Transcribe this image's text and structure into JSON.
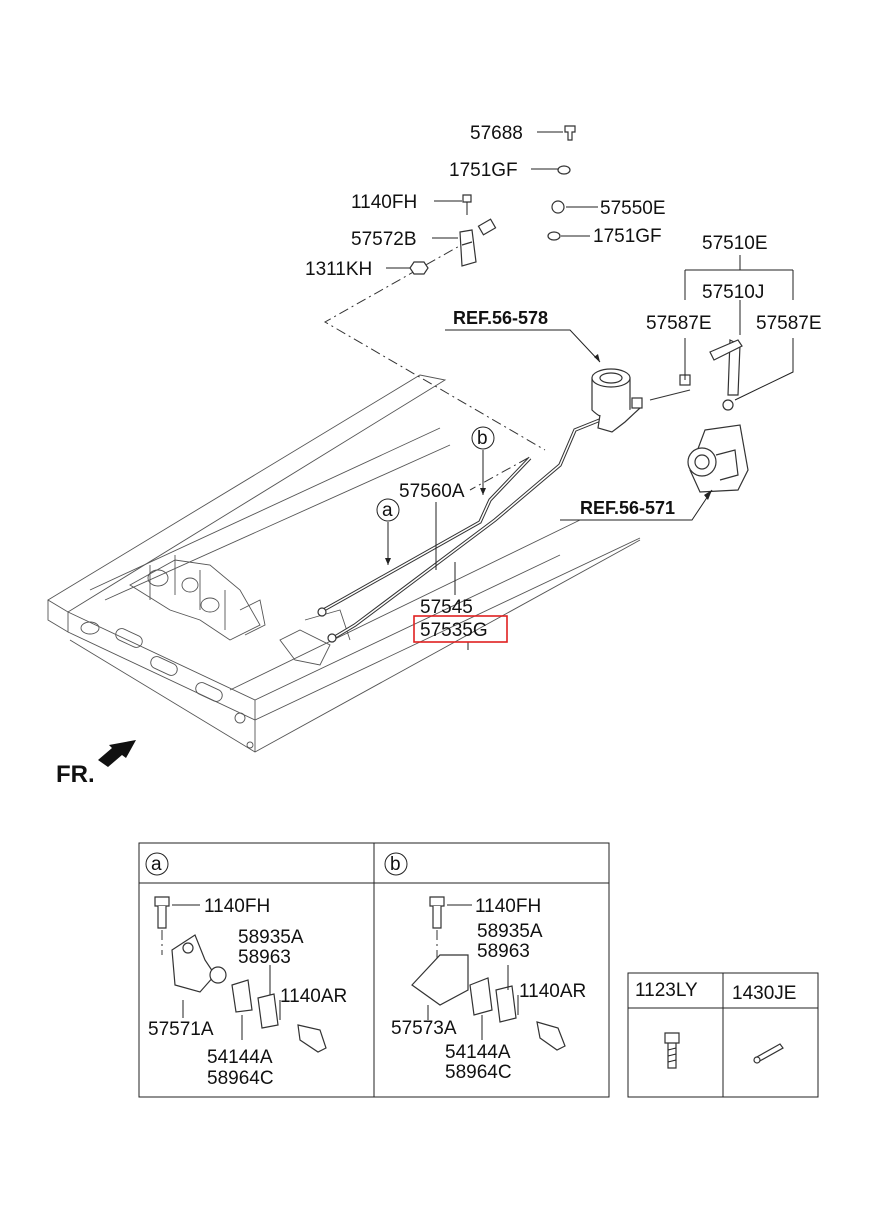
{
  "labels": {
    "p57688": "57688",
    "p1751gf_top": "1751GF",
    "p1140fh_top": "1140FH",
    "p57550e": "57550E",
    "p57572b": "57572B",
    "p1751gf_bottom": "1751GF",
    "p1311kh": "1311KH",
    "p57510e": "57510E",
    "p57510j": "57510J",
    "p57587e_left": "57587E",
    "p57587e_right": "57587E",
    "ref_56_578": "REF.56-578",
    "ref_56_571": "REF.56-571",
    "p57560a": "57560A",
    "p57545": "57545",
    "p57535g": "57535G",
    "callout_a": "a",
    "callout_b": "b",
    "front": "FR."
  },
  "detail_a": {
    "header": "a",
    "p1140fh": "1140FH",
    "p58935a": "58935A",
    "p58963": "58963",
    "p1140ar": "1140AR",
    "p57571a": "57571A",
    "p54144a": "54144A",
    "p58964c": "58964C"
  },
  "detail_b": {
    "header": "b",
    "p1140fh": "1140FH",
    "p58935a": "58935A",
    "p58963": "58963",
    "p1140ar": "1140AR",
    "p57573a": "57573A",
    "p54144a": "54144A",
    "p58964c": "58964C"
  },
  "extra_parts": {
    "p1123ly": "1123LY",
    "p1430je": "1430JE"
  },
  "highlight_color": "#e02020"
}
